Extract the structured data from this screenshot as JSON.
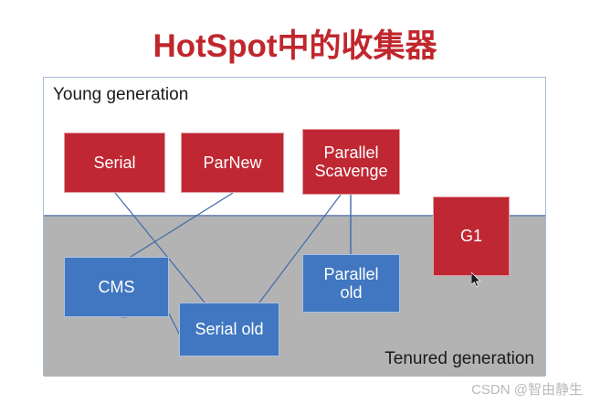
{
  "title": "HotSpot中的收集器",
  "diagram": {
    "regions": {
      "young_label": "Young generation",
      "tenured_label": "Tenured generation"
    },
    "boxes": [
      {
        "id": "serial",
        "label": "Serial",
        "color": "#BF2733",
        "generation": "young"
      },
      {
        "id": "parnew",
        "label": "ParNew",
        "color": "#BF2733",
        "generation": "young"
      },
      {
        "id": "psc",
        "label": "Parallel\nScavenge",
        "line1": "Parallel",
        "line2": "Scavenge",
        "color": "#BF2733",
        "generation": "young"
      },
      {
        "id": "g1",
        "label": "G1",
        "color": "#BF2733",
        "generation": "both"
      },
      {
        "id": "cms",
        "label": "CMS",
        "color": "#4077C0",
        "generation": "tenured"
      },
      {
        "id": "serial_old",
        "label": "Serial old",
        "color": "#4077C0",
        "generation": "tenured"
      },
      {
        "id": "parallel_old",
        "line1": "Parallel",
        "line2": "old",
        "label": "Parallel old",
        "color": "#4077C0",
        "generation": "tenured"
      }
    ],
    "connections": [
      {
        "from": "serial",
        "to": "serial_old"
      },
      {
        "from": "parnew",
        "to": "cms"
      },
      {
        "from": "psc",
        "to": "serial_old"
      },
      {
        "from": "psc",
        "to": "parallel_old"
      },
      {
        "from": "cms",
        "to": "serial_old"
      }
    ],
    "colors": {
      "young_background": "#FFFFFF",
      "tenured_background": "#B3B3B3",
      "frame_border": "#A6BCD6",
      "divider": "#7D93B6",
      "connector": "#3F6CA8",
      "title": "#C0272D"
    }
  },
  "watermark": "CSDN @智由静生"
}
